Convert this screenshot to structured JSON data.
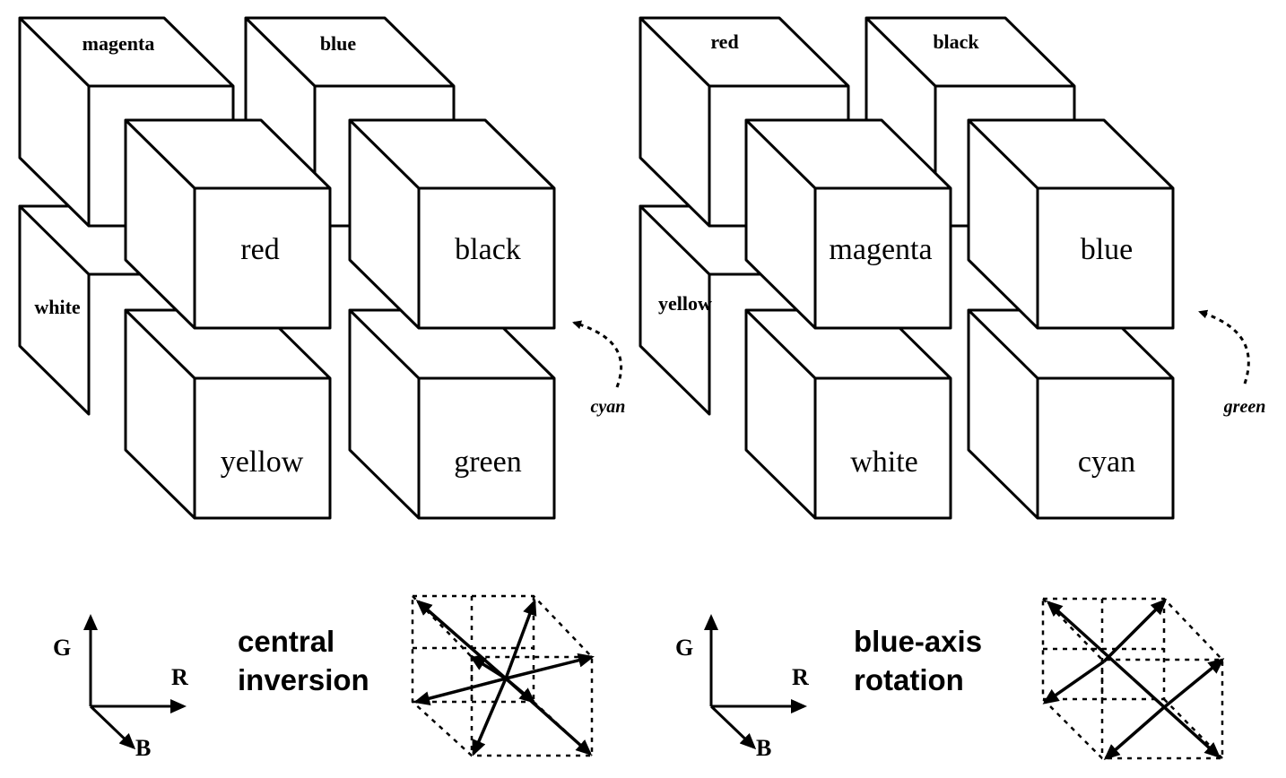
{
  "panels": [
    {
      "id": "left",
      "cubes": {
        "back_top_left": "magenta",
        "back_top_right": "blue",
        "back_bottom_left": "white",
        "front_top_left": "red",
        "front_top_right": "black",
        "front_bottom_left": "yellow",
        "front_bottom_right": "green"
      },
      "side_label": "cyan",
      "axes": {
        "g": "G",
        "r": "R",
        "b": "B"
      },
      "operation": {
        "line1": "central",
        "line2": "inversion"
      },
      "symmetry": "central-inversion"
    },
    {
      "id": "right",
      "cubes": {
        "back_top_left": "red",
        "back_top_right": "black",
        "back_bottom_left": "yellow",
        "front_top_left": "magenta",
        "front_top_right": "blue",
        "front_bottom_left": "white",
        "front_bottom_right": "cyan"
      },
      "side_label": "green",
      "axes": {
        "g": "G",
        "r": "R",
        "b": "B"
      },
      "operation": {
        "line1": "blue-axis",
        "line2": "rotation"
      },
      "symmetry": "axis-rotation"
    }
  ]
}
